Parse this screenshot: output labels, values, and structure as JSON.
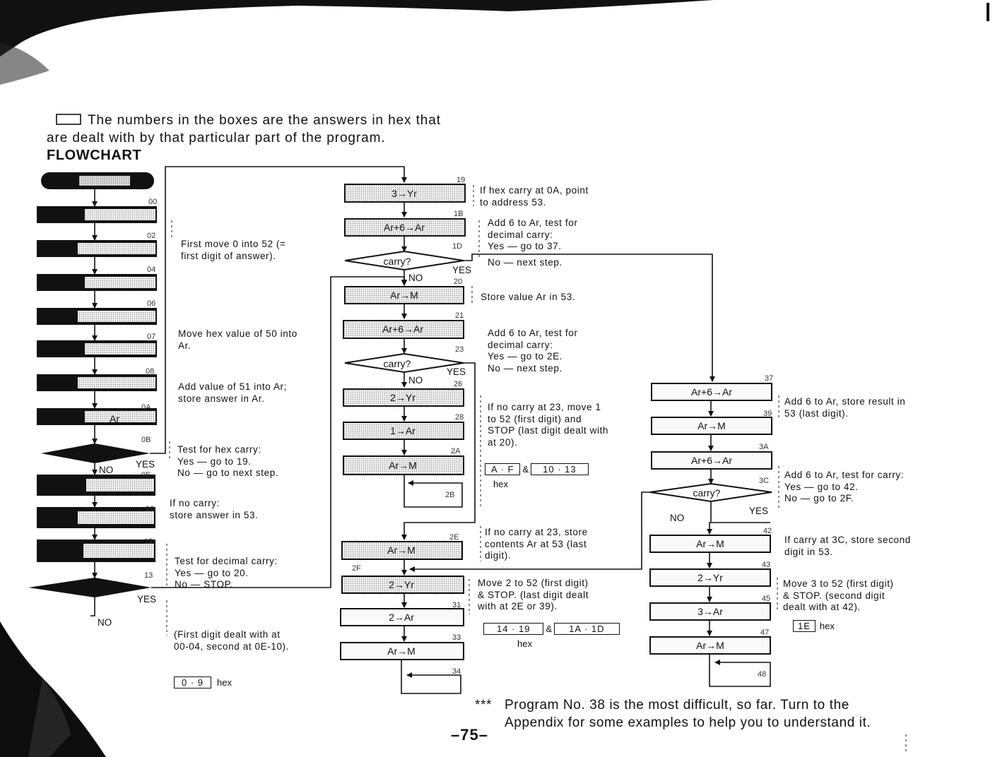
{
  "intro": {
    "line1": "The numbers in the boxes are the answers in hex that",
    "line2": "are dealt with by that particular part of the program.",
    "heading": "FLOWCHART"
  },
  "addresses": [
    "00",
    "02",
    "04",
    "06",
    "07",
    "08",
    "0A",
    "0B",
    "0E",
    "10",
    "12",
    "13",
    "19",
    "1B",
    "1D",
    "20",
    "21",
    "23",
    "26",
    "28",
    "2A",
    "2B",
    "2E",
    "2F",
    "31",
    "33",
    "34",
    "37",
    "39",
    "3A",
    "3C",
    "42",
    "43",
    "45",
    "47",
    "48"
  ],
  "boxes": {
    "b19": "3→Yr",
    "b1B": "Ar+6→Ar",
    "b20": "Ar→M",
    "b21": "Ar+6→Ar",
    "b26": "2→Yr",
    "b28": "1→Ar",
    "b2A": "Ar→M",
    "b2E": "Ar→M",
    "b2F": "2→Yr",
    "b31": "2→Ar",
    "b33": "Ar→M",
    "b37": "Ar+6→Ar",
    "b39": "Ar→M",
    "b3A": "Ar+6→Ar",
    "b42": "Ar→M",
    "b43": "2→Yr",
    "b45": "3→Ar",
    "b47": "Ar→M",
    "b0A": "Ar"
  },
  "decisions": {
    "d1D": "carry?",
    "d23": "carry?",
    "d3C": "carry?"
  },
  "branch": {
    "yes": "YES",
    "no": "NO"
  },
  "notes": {
    "n_first_move": "First move 0 into 52 (=\nfirst digit of answer).",
    "n_move_hex": "Move hex value of 50 into\nAr.",
    "n_add_51": "Add value of 51 into Ar;\nstore answer in Ar.",
    "n_test_hex": "Test for hex carry:\nYes — go to 19.\nNo — go to next step.",
    "n_no_carry": "If no carry:\nstore answer in 53.",
    "n_test_dec": "Test for decimal carry:\nYes — go to 20.\nNo — STOP.",
    "n_first_digit": "(First digit dealt with at\n00-04, second at 0E-10).",
    "n_hex_carry_0A": "If hex carry at 0A, point\nto address 53.",
    "n_add6_1": "Add 6 to Ar, test for\ndecimal carry:\nYes — go to 37.",
    "n_next1": "No — next step.",
    "n_store53": "Store value Ar in 53.",
    "n_add6_2": "Add 6 to Ar, test for\ndecimal carry:\nYes — go to 2E.\nNo — next step.",
    "n_no_carry23": "If no carry at 23, move 1\nto 52 (first digit) and\nSTOP (last digit dealt with\nat 20).",
    "n_no_carry23_store": "If no carry at 23, store\ncontents Ar at 53 (last\ndigit).",
    "n_move2": "Move 2 to 52 (first digit)\n& STOP. (last digit dealt\nwith at 2E or 39).",
    "n_add6_store": "Add 6 to Ar, store result in\n53 (last digit).",
    "n_add6_test": "Add 6 to Ar, test for carry:\nYes — go to 42.\nNo — go to 2F.",
    "n_carry3C": "If carry at 3C, store second\ndigit in 53.",
    "n_move3": "Move 3 to 52 (first digit)\n& STOP. (second digit\ndealt with at 42)."
  },
  "ranges": {
    "r1a": "0 · 9",
    "r1_unit": "hex",
    "r2a": "A · F",
    "r2_amp": "&",
    "r2b": "10 · 13",
    "r2_unit": "hex",
    "r3a": "14 · 19",
    "r3_amp": "&",
    "r3b": "1A · 1D",
    "r3_unit": "hex",
    "r4a": "1E",
    "r4_unit": "hex"
  },
  "footer": {
    "stars": "***",
    "line1": "Program No. 38 is the most difficult, so far. Turn to the",
    "line2": "Appendix for some examples to help you to understand it.",
    "page": "–75–"
  }
}
